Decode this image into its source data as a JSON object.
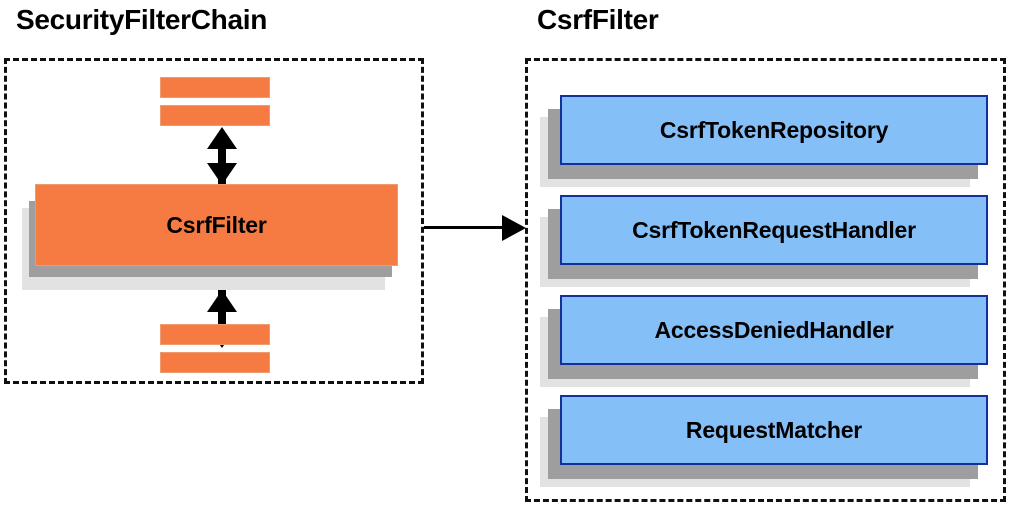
{
  "diagram": {
    "panels": [
      {
        "id": "security-filter-chain",
        "title": "SecurityFilterChain",
        "main_box_label": "CsrfFilter"
      },
      {
        "id": "csrf-filter",
        "title": "CsrfFilter",
        "components": [
          {
            "label": "CsrfTokenRepository"
          },
          {
            "label": "CsrfTokenRequestHandler"
          },
          {
            "label": "AccessDeniedHandler"
          },
          {
            "label": "RequestMatcher"
          }
        ]
      }
    ],
    "colors": {
      "orange_fill": "#f57b42",
      "orange_border": "#f09a70",
      "blue_fill": "#85bff7",
      "blue_border": "#14309c",
      "shadow_mid": "#9e9e9e",
      "shadow_back": "#e2e2e2",
      "outline": "#111111",
      "text": "#000000"
    }
  }
}
